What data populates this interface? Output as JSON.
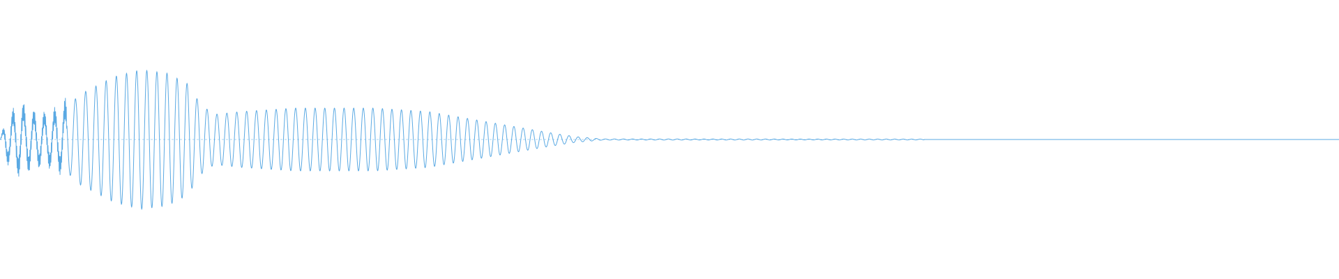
{
  "waveform": {
    "color": "#5aa9e3",
    "background": "#ffffff",
    "envelope": [
      [
        0.0,
        0.0
      ],
      [
        0.005,
        0.26
      ],
      [
        0.015,
        0.42
      ],
      [
        0.025,
        0.32
      ],
      [
        0.035,
        0.3
      ],
      [
        0.045,
        0.38
      ],
      [
        0.06,
        0.65
      ],
      [
        0.085,
        0.9
      ],
      [
        0.105,
        1.0
      ],
      [
        0.125,
        0.95
      ],
      [
        0.14,
        0.8
      ],
      [
        0.15,
        0.5
      ],
      [
        0.16,
        0.36
      ],
      [
        0.18,
        0.4
      ],
      [
        0.22,
        0.45
      ],
      [
        0.28,
        0.45
      ],
      [
        0.32,
        0.4
      ],
      [
        0.35,
        0.3
      ],
      [
        0.38,
        0.2
      ],
      [
        0.41,
        0.1
      ],
      [
        0.43,
        0.04
      ],
      [
        0.45,
        0.008
      ],
      [
        0.69,
        0.006
      ],
      [
        0.69,
        0.0
      ],
      [
        1.0,
        0.0
      ]
    ],
    "sample_count": 6000,
    "cycles": 150
  }
}
